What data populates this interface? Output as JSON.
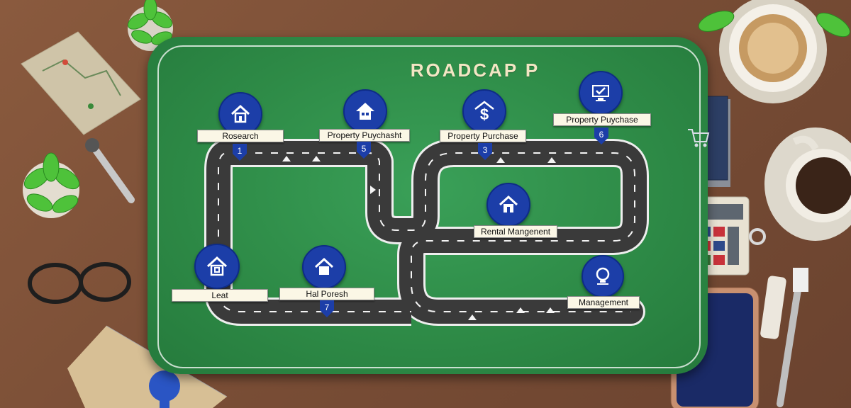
{
  "board": {
    "title": "ROADCAP P"
  },
  "milestones": [
    {
      "label": "Rosearch",
      "pin": "1"
    },
    {
      "label": "Property Puychasht",
      "pin": "5"
    },
    {
      "label": "Property Purchase",
      "pin": "3"
    },
    {
      "label": "Property Puychase",
      "pin": "6"
    },
    {
      "label": "Rental Mangenent",
      "pin": ""
    },
    {
      "label": "Leat",
      "pin": ""
    },
    {
      "label": "Hal Poresh",
      "pin": "7"
    },
    {
      "label": "Management",
      "pin": ""
    }
  ],
  "icons": {
    "house": "house-icon",
    "dollar": "dollar-house-icon",
    "monitor": "monitor-check-icon",
    "bulb": "lightbulb-icon",
    "cart": "shopping-cart-icon"
  },
  "colors": {
    "board": "#2e8b47",
    "road": "#3a3a3a",
    "circle": "#1c3ea8",
    "desk": "#7a4e36"
  }
}
